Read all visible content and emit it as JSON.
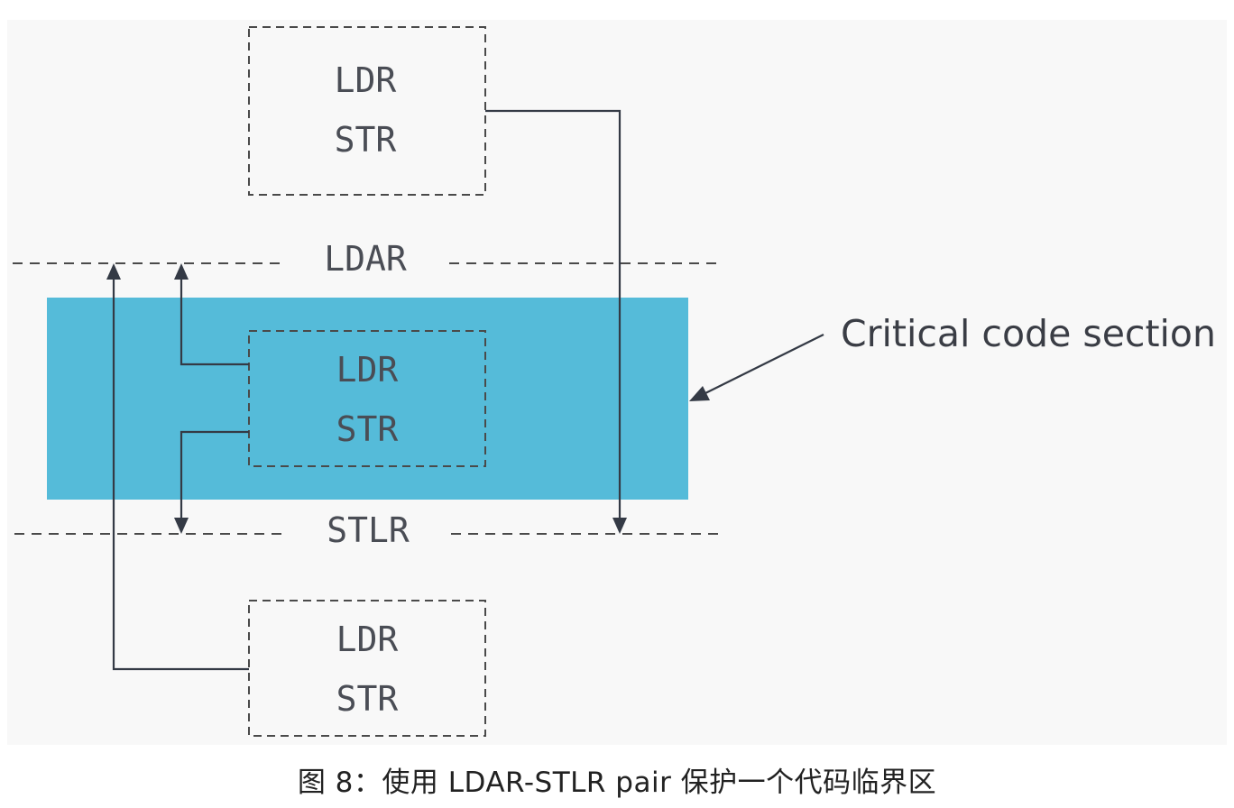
{
  "colors": {
    "critical_section_fill": "#55bbd9",
    "panel_background": "#f8f8f8",
    "line_color": "#343a45"
  },
  "barriers": {
    "acquire_label": "LDAR",
    "release_label": "STLR"
  },
  "boxes": {
    "top": {
      "line1": "LDR",
      "line2": "STR"
    },
    "middle": {
      "line1": "LDR",
      "line2": "STR"
    },
    "bottom": {
      "line1": "LDR",
      "line2": "STR"
    }
  },
  "callout": {
    "label": "Critical code section"
  },
  "caption": "图 8：使用 LDAR-STLR pair 保护一个代码临界区"
}
